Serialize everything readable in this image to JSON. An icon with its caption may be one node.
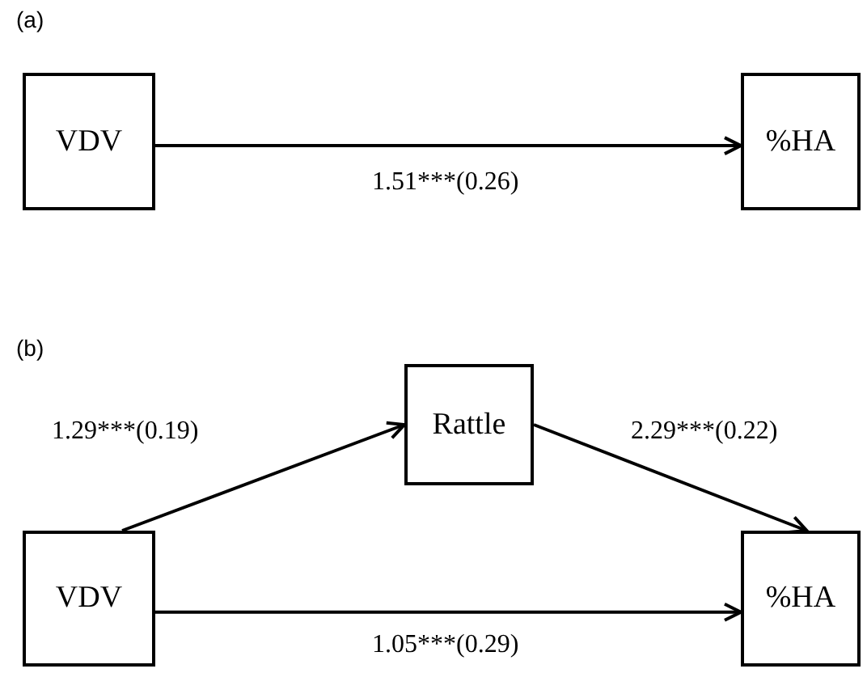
{
  "diagram": {
    "nodes": [
      {
        "text": [
          "VDV"
        ]
      },
      {
        "text": [
          "%HA"
        ]
      },
      {
        "text": [
          "Rattle"
        ]
      },
      {
        "text": [
          "VDV"
        ]
      },
      {
        "text": [
          "%HA"
        ]
      }
    ],
    "edges": [
      {
        "from": 0,
        "to": 1,
        "arrow": "to",
        "label": "1.51***(0.26)"
      },
      {
        "from": 3,
        "to": 2,
        "arrow": "to",
        "label": "1.29***(0.19)"
      },
      {
        "from": 2,
        "to": 4,
        "arrow": "to",
        "label": "2.29***(0.22)"
      },
      {
        "from": 3,
        "to": 4,
        "arrow": "to",
        "label": "1.05***(0.29)"
      }
    ],
    "labels": [
      "(a)",
      "(b)"
    ]
  }
}
